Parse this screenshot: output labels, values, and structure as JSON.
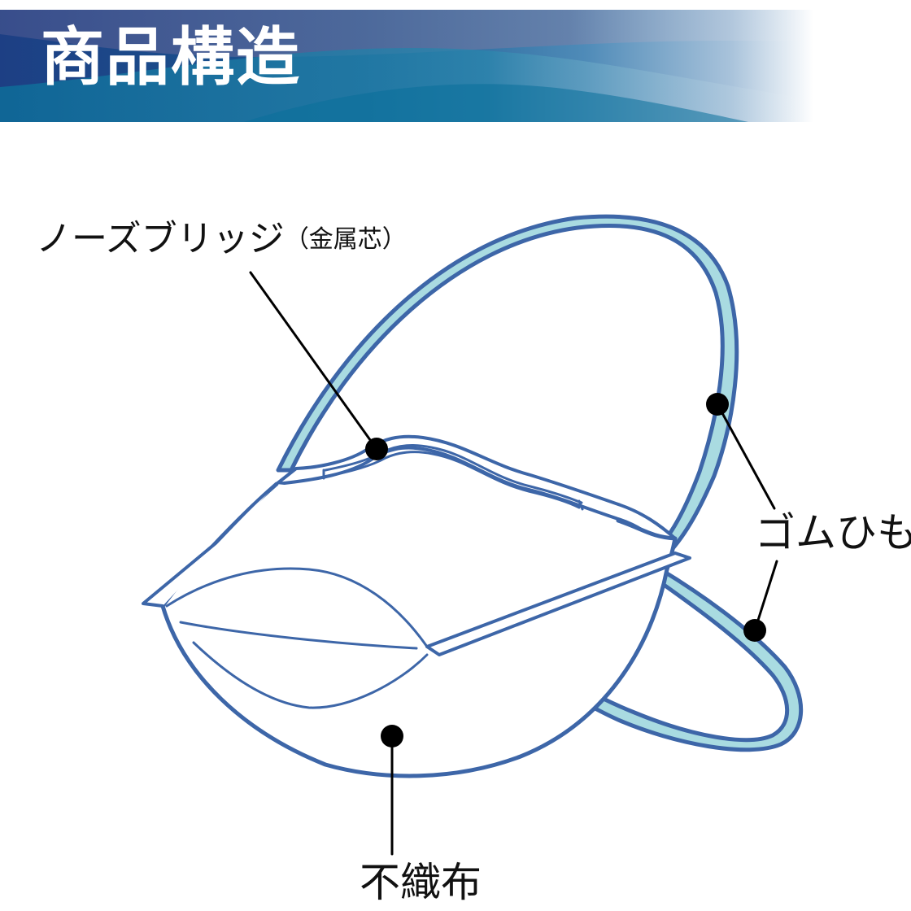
{
  "header": {
    "title": "商品構造"
  },
  "labels": {
    "nose_bridge": "ノーズブリッジ",
    "nose_bridge_note": "（金属芯）",
    "ear_loop": "ゴムひも",
    "fabric": "不織布"
  },
  "colors": {
    "banner_dark": "#1d3f84",
    "banner_mid": "#0e5f8e",
    "banner_light": "#5fa6c4",
    "outline": "#3d66a8",
    "strap_fill": "#a9dbe1",
    "leader": "#000000"
  }
}
